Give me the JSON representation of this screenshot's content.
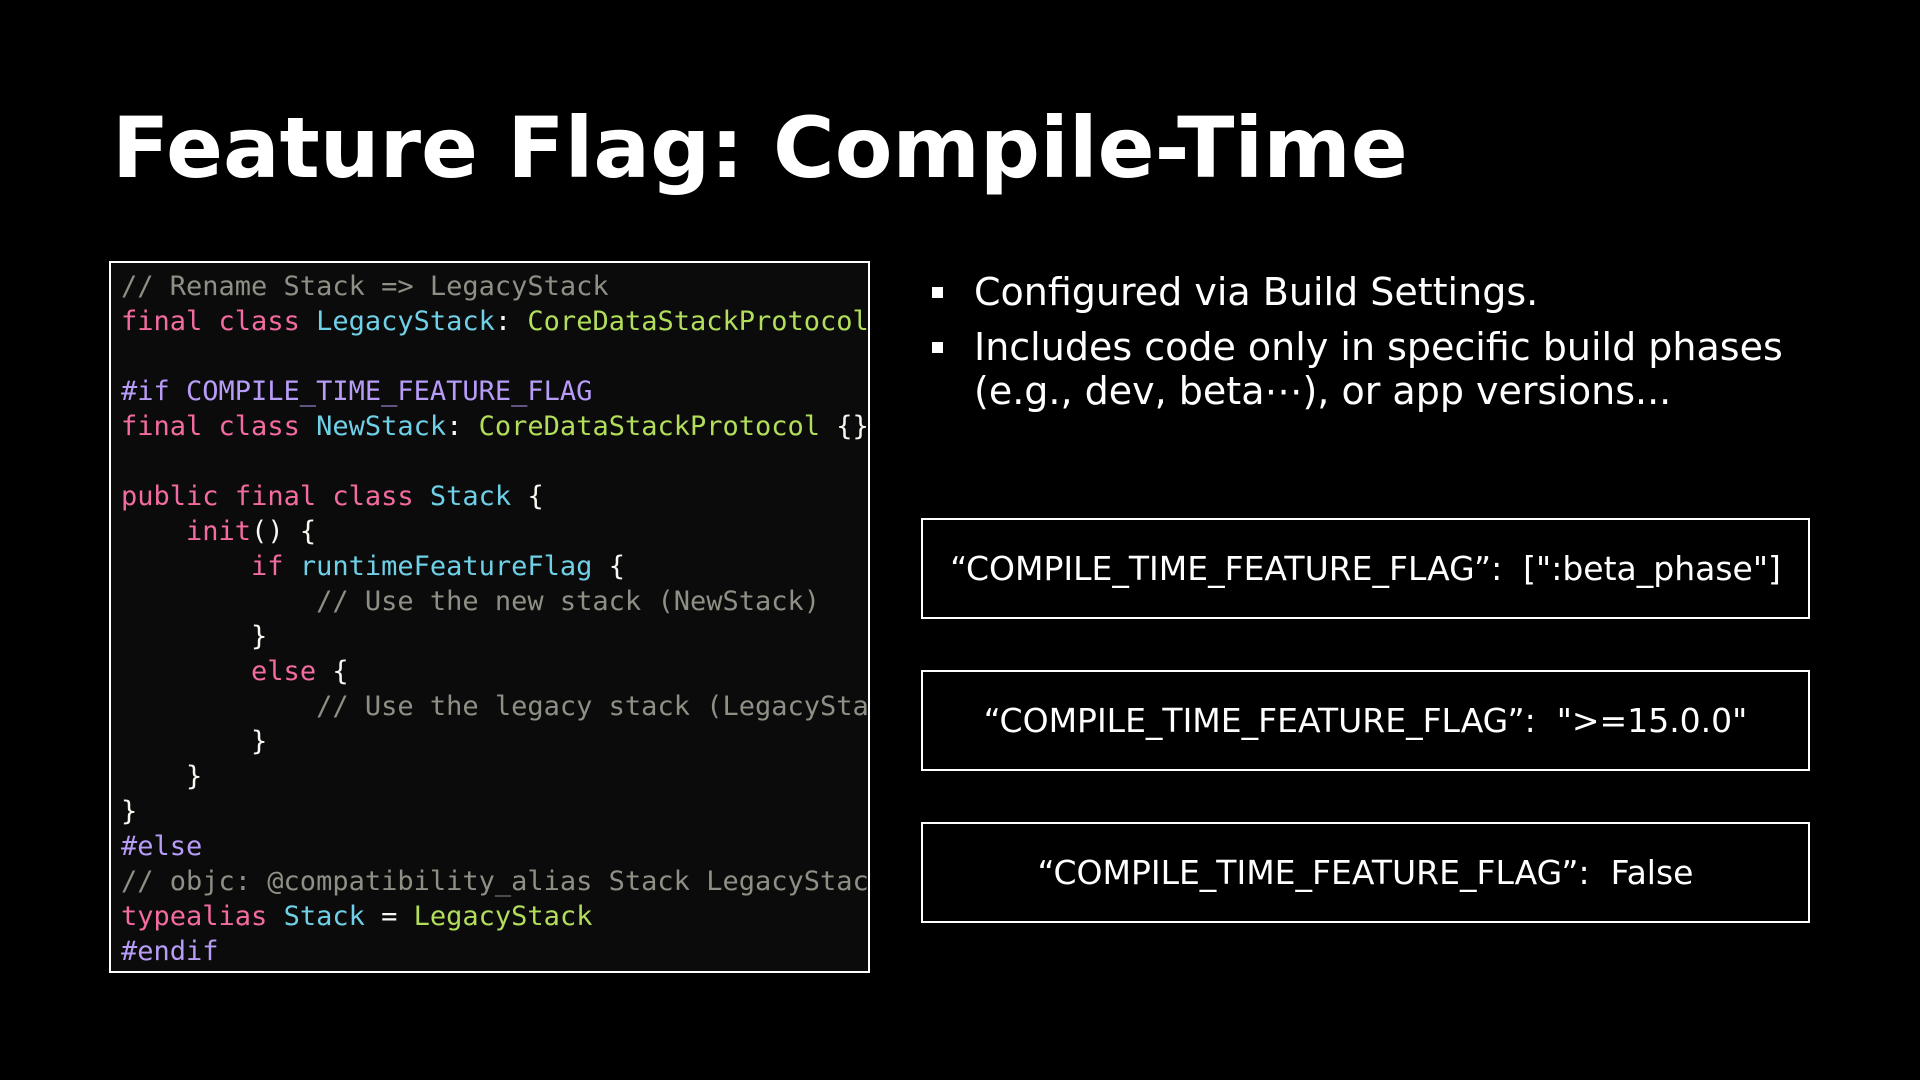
{
  "slide": {
    "title": "Feature Flag: Compile-Time"
  },
  "code": {
    "lines": [
      [
        {
          "t": "// Rename Stack => LegacyStack",
          "c": "comment"
        }
      ],
      [
        {
          "t": "final",
          "c": "keyword"
        },
        {
          "t": " ",
          "c": "plain"
        },
        {
          "t": "class",
          "c": "keyword"
        },
        {
          "t": " ",
          "c": "plain"
        },
        {
          "t": "LegacyStack",
          "c": "type"
        },
        {
          "t": ": ",
          "c": "plain"
        },
        {
          "t": "CoreDataStackProtocol",
          "c": "proto"
        },
        {
          "t": " { }",
          "c": "plain"
        }
      ],
      [],
      [
        {
          "t": "#if COMPILE_TIME_FEATURE_FLAG",
          "c": "directive"
        }
      ],
      [
        {
          "t": "final",
          "c": "keyword"
        },
        {
          "t": " ",
          "c": "plain"
        },
        {
          "t": "class",
          "c": "keyword"
        },
        {
          "t": " ",
          "c": "plain"
        },
        {
          "t": "NewStack",
          "c": "type"
        },
        {
          "t": ": ",
          "c": "plain"
        },
        {
          "t": "CoreDataStackProtocol",
          "c": "proto"
        },
        {
          "t": " {}",
          "c": "plain"
        }
      ],
      [],
      [
        {
          "t": "public",
          "c": "keyword"
        },
        {
          "t": " ",
          "c": "plain"
        },
        {
          "t": "final",
          "c": "keyword"
        },
        {
          "t": " ",
          "c": "plain"
        },
        {
          "t": "class",
          "c": "keyword"
        },
        {
          "t": " ",
          "c": "plain"
        },
        {
          "t": "Stack",
          "c": "type"
        },
        {
          "t": " {",
          "c": "plain"
        }
      ],
      [
        {
          "t": "    ",
          "c": "plain"
        },
        {
          "t": "init",
          "c": "keyword"
        },
        {
          "t": "() {",
          "c": "plain"
        }
      ],
      [
        {
          "t": "        ",
          "c": "plain"
        },
        {
          "t": "if",
          "c": "keyword"
        },
        {
          "t": " ",
          "c": "plain"
        },
        {
          "t": "runtimeFeatureFlag",
          "c": "type"
        },
        {
          "t": " {",
          "c": "plain"
        }
      ],
      [
        {
          "t": "            ",
          "c": "plain"
        },
        {
          "t": "// Use the new stack (NewStack)",
          "c": "comment"
        }
      ],
      [
        {
          "t": "        }",
          "c": "plain"
        }
      ],
      [
        {
          "t": "        ",
          "c": "plain"
        },
        {
          "t": "else",
          "c": "keyword"
        },
        {
          "t": " {",
          "c": "plain"
        }
      ],
      [
        {
          "t": "            ",
          "c": "plain"
        },
        {
          "t": "// Use the legacy stack (LegacyStack)",
          "c": "comment"
        }
      ],
      [
        {
          "t": "        }",
          "c": "plain"
        }
      ],
      [
        {
          "t": "    }",
          "c": "plain"
        }
      ],
      [
        {
          "t": "}",
          "c": "plain"
        }
      ],
      [
        {
          "t": "#else",
          "c": "directive"
        }
      ],
      [
        {
          "t": "// objc: @compatibility_alias Stack LegacyStack;",
          "c": "comment"
        }
      ],
      [
        {
          "t": "typealias",
          "c": "keyword"
        },
        {
          "t": " ",
          "c": "plain"
        },
        {
          "t": "Stack",
          "c": "type"
        },
        {
          "t": " = ",
          "c": "plain"
        },
        {
          "t": "LegacyStack",
          "c": "proto"
        }
      ],
      [
        {
          "t": "#endif",
          "c": "directive"
        }
      ]
    ]
  },
  "bullets": {
    "items": [
      {
        "text": "Configured via Build Settings."
      },
      {
        "text": "Includes code only in specific build phases (e.g., dev, beta⋯), or app versions..."
      }
    ]
  },
  "flags": {
    "items": [
      {
        "text": "“COMPILE_TIME_FEATURE_FLAG”:  [\":beta_phase\"]"
      },
      {
        "text": "“COMPILE_TIME_FEATURE_FLAG”:  \">=15.0.0\""
      },
      {
        "text": "“COMPILE_TIME_FEATURE_FLAG”:  False"
      }
    ]
  },
  "colors": {
    "background": "#000000",
    "text": "#ffffff",
    "comment": "#8f8f86",
    "keyword": "#f36ba0",
    "type": "#6fd0e8",
    "protocol": "#b2de5c",
    "directive": "#b79cf8"
  },
  "icons": {
    "bullet": "square-bullet-icon"
  }
}
